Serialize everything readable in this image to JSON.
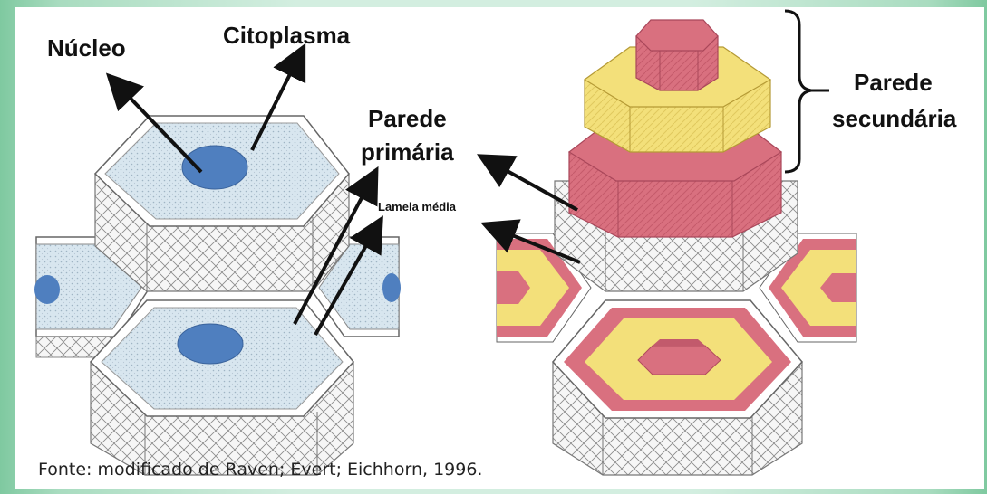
{
  "labels": {
    "nucleo": "Núcleo",
    "citoplasma": "Citoplasma",
    "parede_primaria_line1": "Parede",
    "parede_primaria_line2": "primária",
    "lamela_media": "Lamela média",
    "parede_secundaria_line1": "Parede",
    "parede_secundaria_line2": "secundária"
  },
  "caption": "Fonte:  modificado de Raven;  Evert;  Eichhorn, 1996.",
  "colors": {
    "cytoplasm": "#d8e6ef",
    "nucleus": "#4f7fbf",
    "wall_red": "#d9707f",
    "wall_yellow": "#f3e07a",
    "background_green": "#d3eee0"
  }
}
